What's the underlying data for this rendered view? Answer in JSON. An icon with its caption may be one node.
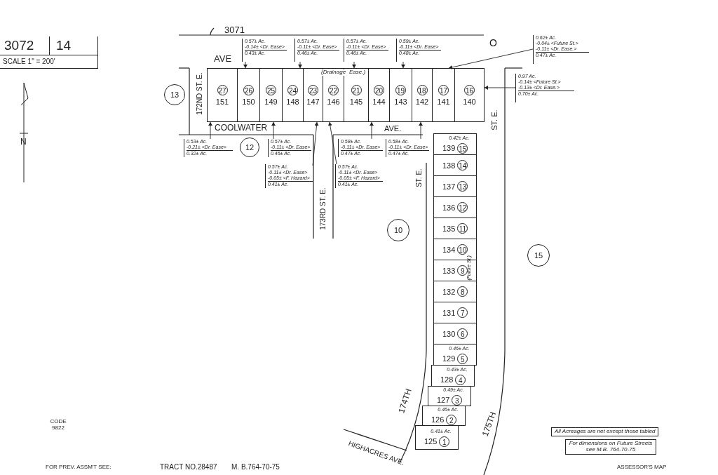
{
  "diagram": {
    "nodes": [
      {
        "text": [
          "3072",
          "14",
          "SCALE 1\" = 200'"
        ]
      },
      {
        "text": [
          "13"
        ]
      },
      {
        "text": [
          "27",
          "151"
        ]
      },
      {
        "text": [
          "26",
          "150"
        ]
      },
      {
        "text": [
          "25",
          "149"
        ]
      },
      {
        "text": [
          "24",
          "148"
        ]
      },
      {
        "text": [
          "23",
          "147"
        ]
      },
      {
        "text": [
          "22",
          "146"
        ]
      },
      {
        "text": [
          "21",
          "145"
        ]
      },
      {
        "text": [
          "20",
          "144"
        ]
      },
      {
        "text": [
          "19",
          "143"
        ]
      },
      {
        "text": [
          "18",
          "142"
        ]
      },
      {
        "text": [
          "17",
          "141"
        ]
      },
      {
        "text": [
          "16",
          "140"
        ]
      },
      {
        "text": [
          "12"
        ]
      },
      {
        "text": [
          "10"
        ]
      },
      {
        "text": [
          "15"
        ]
      },
      {
        "text": [
          "0.42± Ac.",
          "139",
          "15"
        ]
      },
      {
        "text": [
          "138",
          "14"
        ]
      },
      {
        "text": [
          "137",
          "13"
        ]
      },
      {
        "text": [
          "136",
          "12"
        ]
      },
      {
        "text": [
          "135",
          "11"
        ]
      },
      {
        "text": [
          "134",
          "10"
        ]
      },
      {
        "text": [
          "133",
          "9"
        ]
      },
      {
        "text": [
          "132",
          "8"
        ]
      },
      {
        "text": [
          "131",
          "7"
        ]
      },
      {
        "text": [
          "130",
          "6"
        ]
      },
      {
        "text": [
          "0.46± Ac.",
          "129",
          "5"
        ]
      },
      {
        "text": [
          "0.43± Ac.",
          "128",
          "4"
        ]
      },
      {
        "text": [
          "0.49± Ac.",
          "127",
          "3"
        ]
      },
      {
        "text": [
          "0.46± Ac.",
          "126",
          "2"
        ]
      },
      {
        "text": [
          "0.41± Ac.",
          "125",
          "1"
        ]
      },
      {
        "text": [
          "0.57± Ac.",
          "-0.14± <Dr. Ease>",
          "0.43± Ac."
        ]
      },
      {
        "text": [
          "0.57± Ac.",
          "-0.11± <Dr. Ease>",
          "0.46± Ac."
        ]
      },
      {
        "text": [
          "0.57± Ac.",
          "-0.11± <Dr. Ease>",
          "0.46± Ac."
        ]
      },
      {
        "text": [
          "0.59± Ac.",
          "-0.11± <Dr. Ease>",
          "0.48± Ac."
        ]
      },
      {
        "text": [
          "0.62± Ac.",
          "-0.04± <Future St.>",
          "-0.11± <Dr. Ease.>",
          "0.47± Ac."
        ]
      },
      {
        "text": [
          "0.97 Ac.",
          "-0.14± <Future St.>",
          "-0.13± <Dr. Ease.>",
          "0.70± Ac."
        ]
      },
      {
        "text": [
          "0.53± Ac.",
          "-0.21± <Dr. Ease>",
          "0.32± Ac."
        ]
      },
      {
        "text": [
          "0.57± Ac.",
          "-0.11± <Dr. Ease>",
          "0.46± Ac."
        ]
      },
      {
        "text": [
          "0.57± Ac.",
          "-0.11± <Dr. Ease>",
          "-0.05± <F. Hazard>",
          "0.41± Ac."
        ]
      },
      {
        "text": [
          "0.57± Ac.",
          "-0.11± <Dr. Ease>",
          "-0.05± <F. Hazard>",
          "0.41± Ac."
        ]
      },
      {
        "text": [
          "0.58± Ac.",
          "-0.11± <Dr. Ease>",
          "0.47± Ac."
        ]
      },
      {
        "text": [
          "0.58± Ac.",
          "-0.11± <Dr. Ease>",
          "0.47± Ac."
        ]
      }
    ],
    "edges": [
      {
        "from": 32,
        "to": 3,
        "arrow": "to"
      },
      {
        "from": 33,
        "to": 5,
        "arrow": "to"
      },
      {
        "from": 34,
        "to": 8,
        "arrow": "to"
      },
      {
        "from": 35,
        "to": 10,
        "arrow": "to"
      },
      {
        "from": 36,
        "to": 12,
        "arrow": "to"
      },
      {
        "from": 37,
        "to": 13,
        "arrow": "to"
      },
      {
        "from": 38,
        "to": 2,
        "arrow": "to"
      },
      {
        "from": 39,
        "to": 4,
        "arrow": "to"
      },
      {
        "from": 40,
        "to": 6,
        "arrow": "to"
      },
      {
        "from": 41,
        "to": 7,
        "arrow": "to"
      },
      {
        "from": 42,
        "to": 9,
        "arrow": "to"
      },
      {
        "from": 43,
        "to": 11,
        "arrow": "to"
      }
    ],
    "labels": [
      "3071",
      "AVE",
      "O",
      "172ND ST. E.",
      "(Drainage",
      "Ease.)",
      "ST. E.",
      "COOLWATER",
      "AVE.",
      "173RD ST. E.",
      "ST. E.",
      "N",
      "(Future St.)",
      "174TH",
      "175TH",
      "HIGHACRES AVE.",
      "CODE 9822",
      "All Acreages are net except those tabled",
      "For dimensions on Future Streets see M.B. 764-70-75",
      "FOR PREV. ASSM'T SEE:",
      "TRACT NO.28487",
      "M. B.764-70-75",
      "ASSESSOR'S MAP"
    ]
  }
}
